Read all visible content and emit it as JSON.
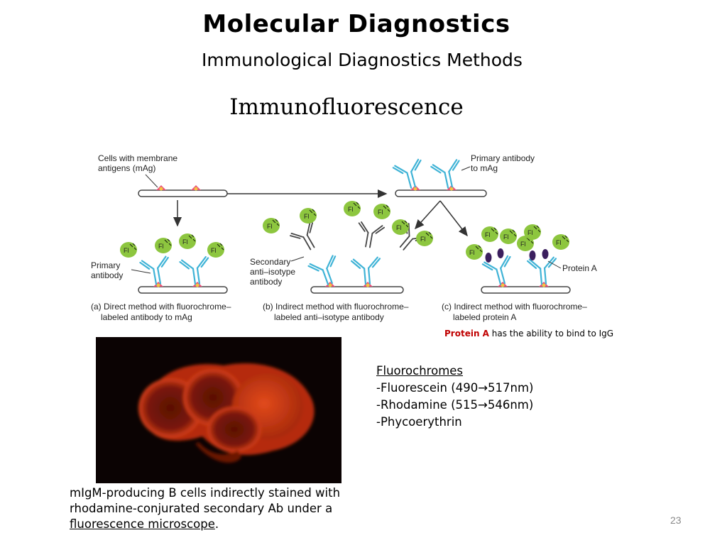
{
  "slide": {
    "title": "Molecular Diagnostics",
    "subtitle": "Immunological Diagnostics Methods",
    "section": "Immunofluorescence",
    "page_number": "23"
  },
  "diagram": {
    "cells_label_1": "Cells with membrane",
    "cells_label_2": "antigens (mAg)",
    "primary_to_mag_1": "Primary antibody",
    "primary_to_mag_2": "to mAg",
    "primary_antibody_1": "Primary",
    "primary_antibody_2": "antibody",
    "secondary_1": "Secondary",
    "secondary_2": "anti–isotype",
    "secondary_3": "antibody",
    "protein_a": "Protein A",
    "fl": "Fl",
    "caption_a_1": "(a) Direct method with fluorochrome–",
    "caption_a_2": "labeled antibody to mAg",
    "caption_b_1": "(b) Indirect method with fluorochrome–",
    "caption_b_2": "labeled anti–isotype antibody",
    "caption_c_1": "(c) Indirect method with fluorochrome–",
    "caption_c_2": "labeled protein A"
  },
  "note": {
    "bold": "Protein A",
    "rest": " has the ability to bind to IgG"
  },
  "fluorochromes": {
    "heading": "Fluorochromes",
    "items": [
      "-Fluorescein (490→517nm)",
      "-Rhodamine (515→546nm)",
      "-Phycoerythrin"
    ]
  },
  "caption": {
    "line1": "mIgM-producing B cells indirectly stained with",
    "line2": "rhodamine-conjurated secondary Ab under a",
    "link": "fluorescence microscope",
    "end": "."
  },
  "colors": {
    "antibody": "#3fb3d6",
    "fluorochrome": "#8dc63f",
    "protein_a": "#3b1f5e",
    "antigen": "#e8507a",
    "stain": "#d83a14"
  }
}
